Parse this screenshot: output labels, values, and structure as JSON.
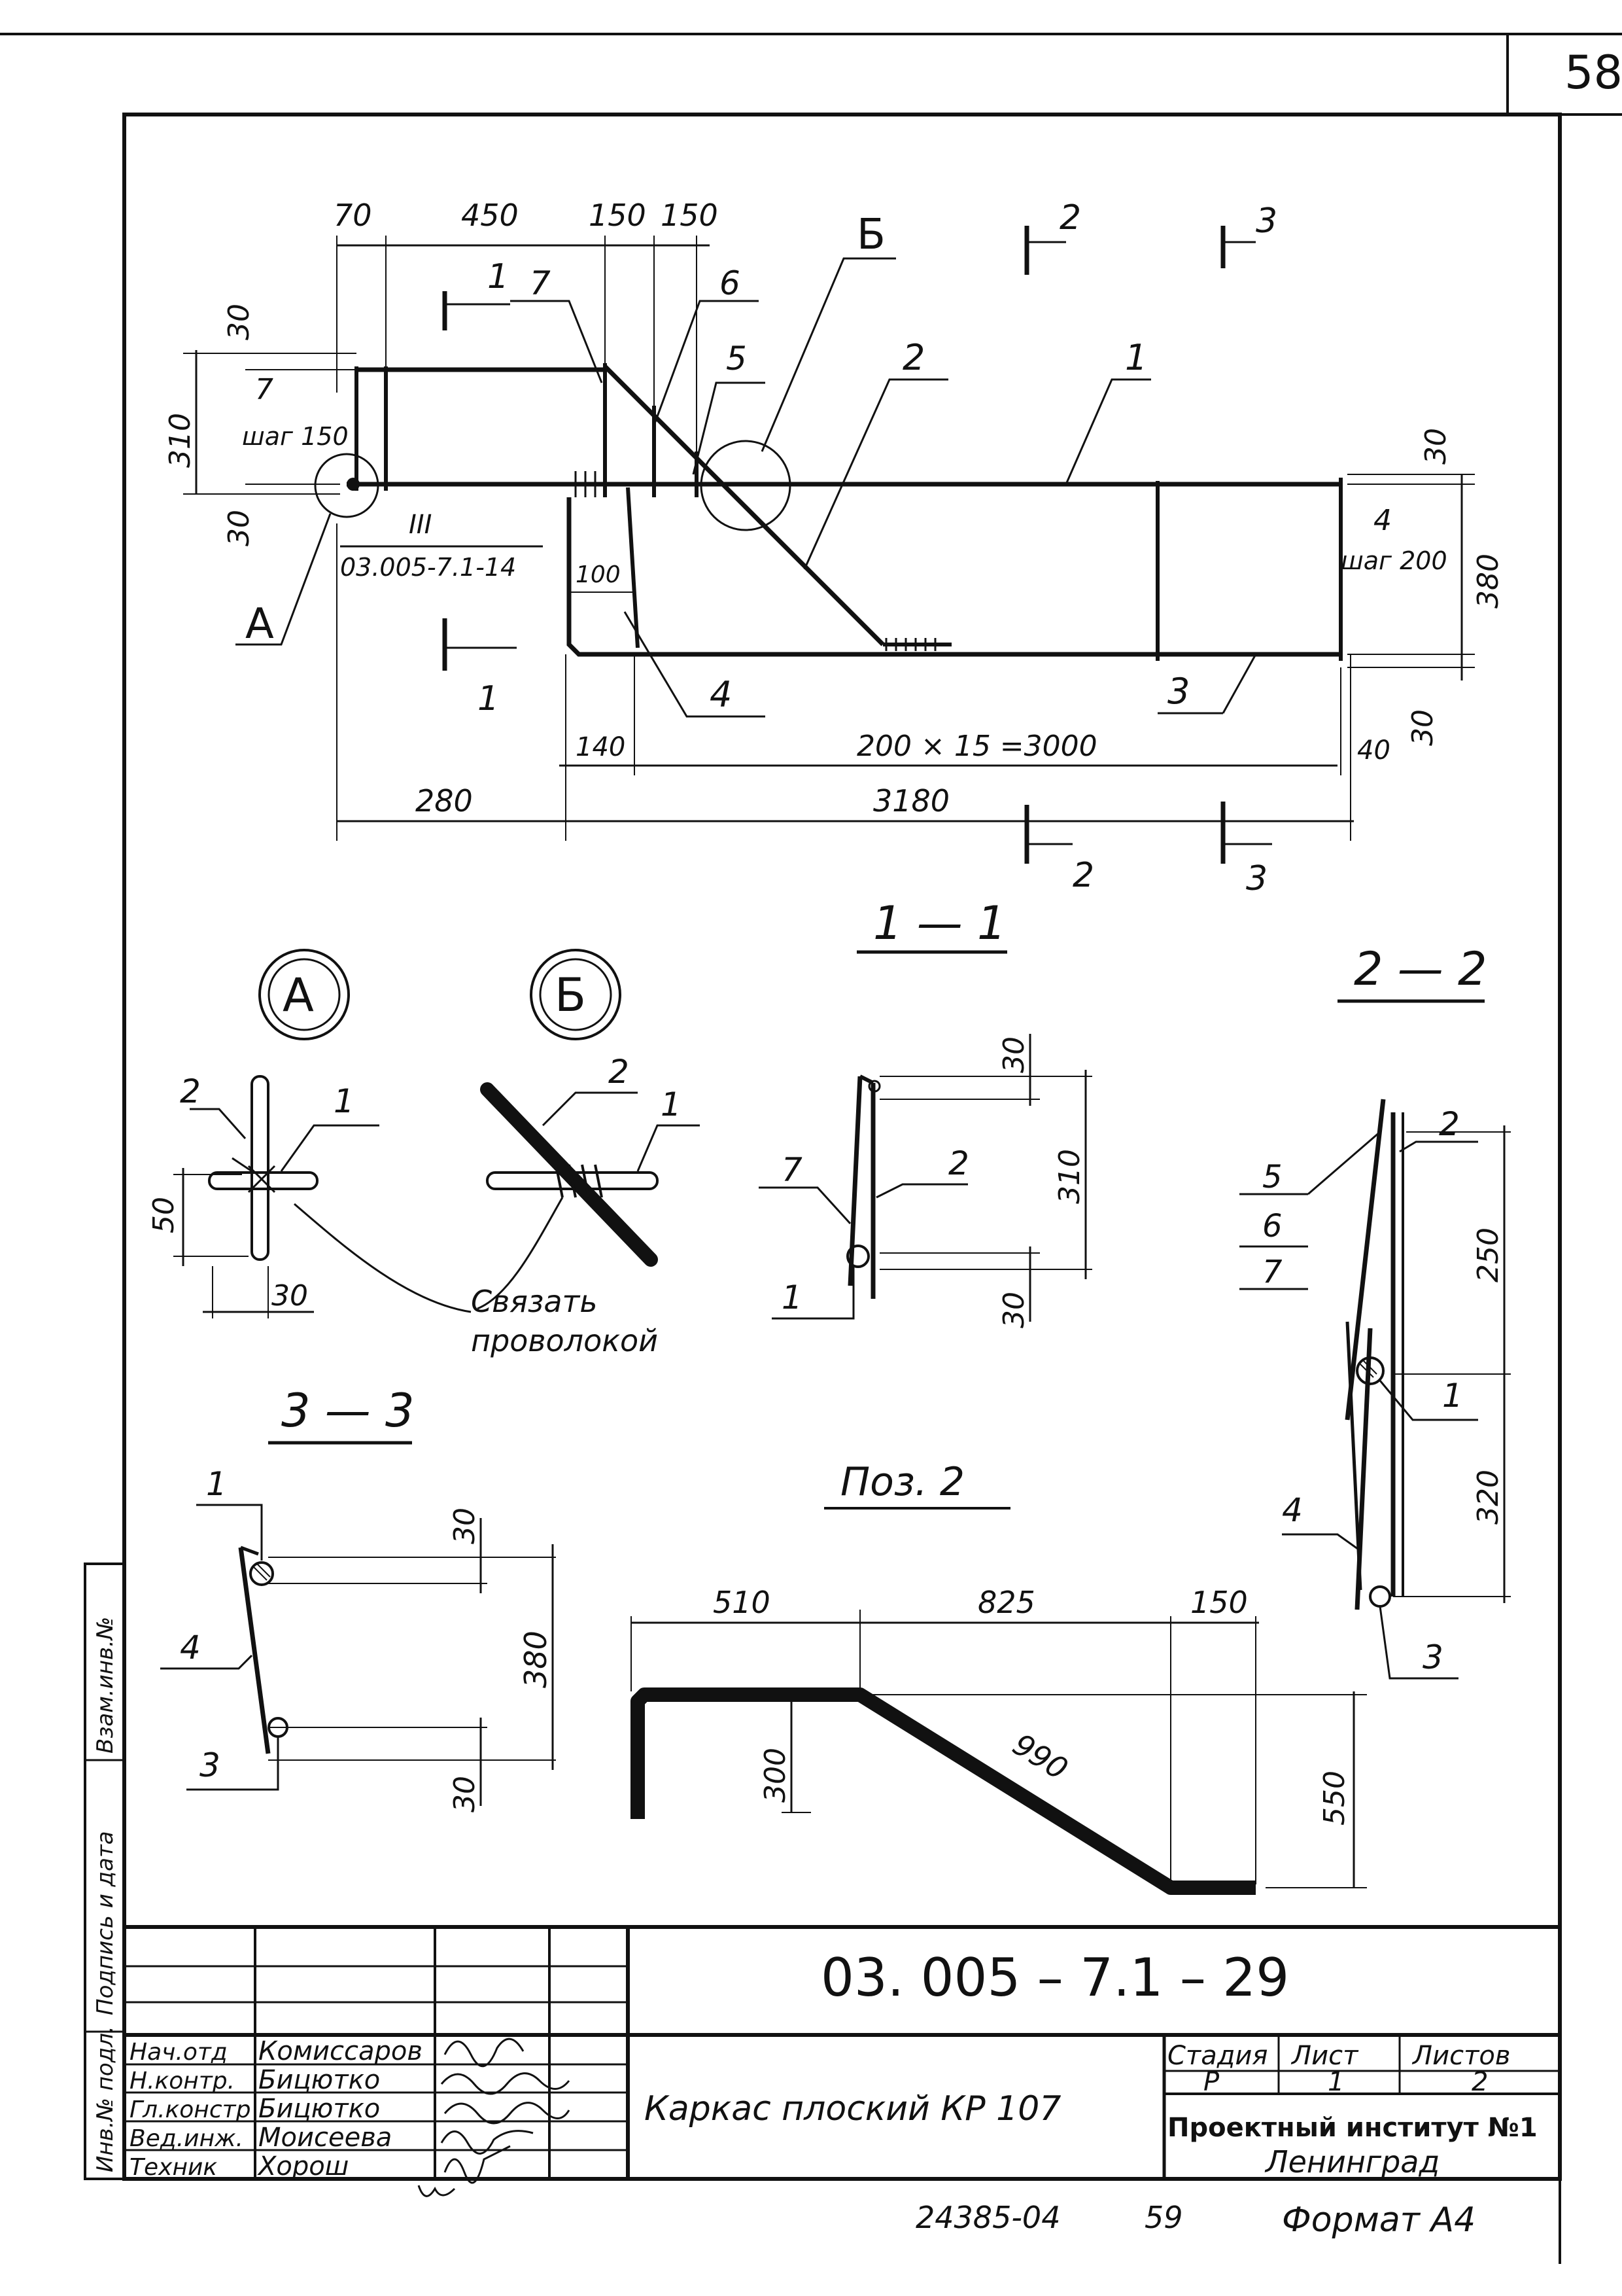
{
  "sheet": {
    "page_corner_number": "58",
    "format": "Формат А4",
    "archive_number": "24385-04",
    "archive_sheet": "59"
  },
  "main_view": {
    "dim_top": [
      "70",
      "450",
      "150",
      "150"
    ],
    "dim_left_30_top": "30",
    "dim_left_310": "310",
    "dim_left_30_bottom": "30",
    "dim_right_30": "30",
    "dim_right_380": "380",
    "dim_right_30_bottom": "30",
    "dim_bottom_140": "140",
    "dim_bottom_3000": "200 × 15 =3000",
    "dim_bottom_40": "40",
    "dim_bottom_280": "280",
    "dim_bottom_3180": "3180",
    "dim_100": "100",
    "note_7": "7",
    "note_step150": "шаг 150",
    "note_4": "4",
    "note_step200": "шаг 200",
    "ref_mark": "III",
    "ref_doc": "03.005-7.1-14",
    "callout_A": "А",
    "callout_B": "Б",
    "pos": [
      "1",
      "2",
      "3",
      "4",
      "5",
      "6",
      "7"
    ],
    "section_labels": [
      "1",
      "1",
      "2",
      "2",
      "3",
      "3"
    ]
  },
  "node_A": {
    "title": "А",
    "pos_1": "1",
    "pos_2": "2",
    "dim_50": "50",
    "dim_30": "30"
  },
  "node_B": {
    "title": "Б",
    "pos_1": "1",
    "pos_2": "2",
    "note": [
      "Связать",
      "проволокой"
    ]
  },
  "section_1_1": {
    "title": "1 — 1",
    "pos_7": "7",
    "pos_2": "2",
    "pos_1": "1",
    "dim_30_top": "30",
    "dim_310": "310",
    "dim_30_bottom": "30"
  },
  "section_2_2": {
    "title": "2 — 2",
    "pos_5": "5",
    "pos_6": "6",
    "pos_7": "7",
    "pos_2": "2",
    "pos_1": "1",
    "pos_4": "4",
    "pos_3": "3",
    "dim_250": "250",
    "dim_320": "320"
  },
  "section_3_3": {
    "title": "3 — 3",
    "pos_1": "1",
    "pos_4": "4",
    "pos_3": "3",
    "dim_30_top": "30",
    "dim_380": "380",
    "dim_30_bottom": "30"
  },
  "pos2": {
    "title": "Поз. 2",
    "dim_510": "510",
    "dim_825": "825",
    "dim_150": "150",
    "dim_300": "300",
    "dim_990": "990",
    "dim_550": "550"
  },
  "side_stamp": {
    "col1": "Инв.№ подл.",
    "col2": "Подпись и дата",
    "col3": "Взам.инв.№"
  },
  "title_block": {
    "doc_code": "03. 005 – 7.1 – 29",
    "drawing_title": "Каркас плоский КР 107",
    "roles": [
      "Нач.отд",
      "Н.контр.",
      "Гл.констр",
      "Вед.инж.",
      "Техник"
    ],
    "names": [
      "Комиссаров",
      "Бицютко",
      "Бицютко",
      "Моисеева",
      "Хорош"
    ],
    "stage_header": "Стадия",
    "sheet_header": "Лист",
    "sheets_header": "Листов",
    "stage": "Р",
    "sheet": "1",
    "sheets": "2",
    "org": "Проектный институт №1",
    "city": "Ленинград"
  }
}
